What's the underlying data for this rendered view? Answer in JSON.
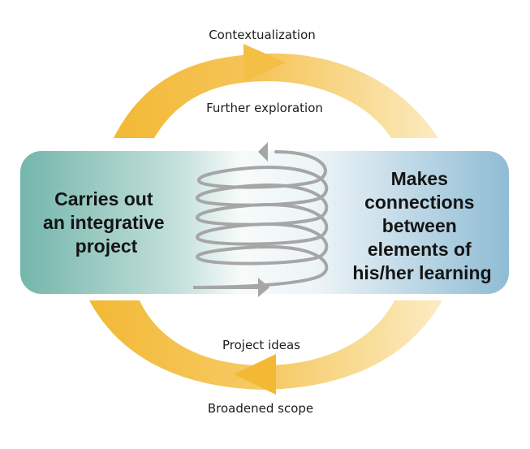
{
  "diagram": {
    "left_box": {
      "lines": [
        "Carries out",
        "an integrative",
        "project"
      ]
    },
    "right_box": {
      "lines": [
        "Makes",
        "connections",
        "between",
        "elements of",
        "his/her learning"
      ]
    },
    "top_cycle": {
      "outer_label": "Contextualization",
      "inner_label": "Further exploration"
    },
    "bottom_cycle": {
      "inner_label": "Project ideas",
      "outer_label": "Broadened scope"
    },
    "colors": {
      "arrow_strong": "#f3b935",
      "arrow_faded": "#fbebc0",
      "box_left": "#74b6ac",
      "box_right": "#8fbcd4",
      "box_center": "#f6fbfa",
      "spiral": "#a6a6a6"
    }
  }
}
